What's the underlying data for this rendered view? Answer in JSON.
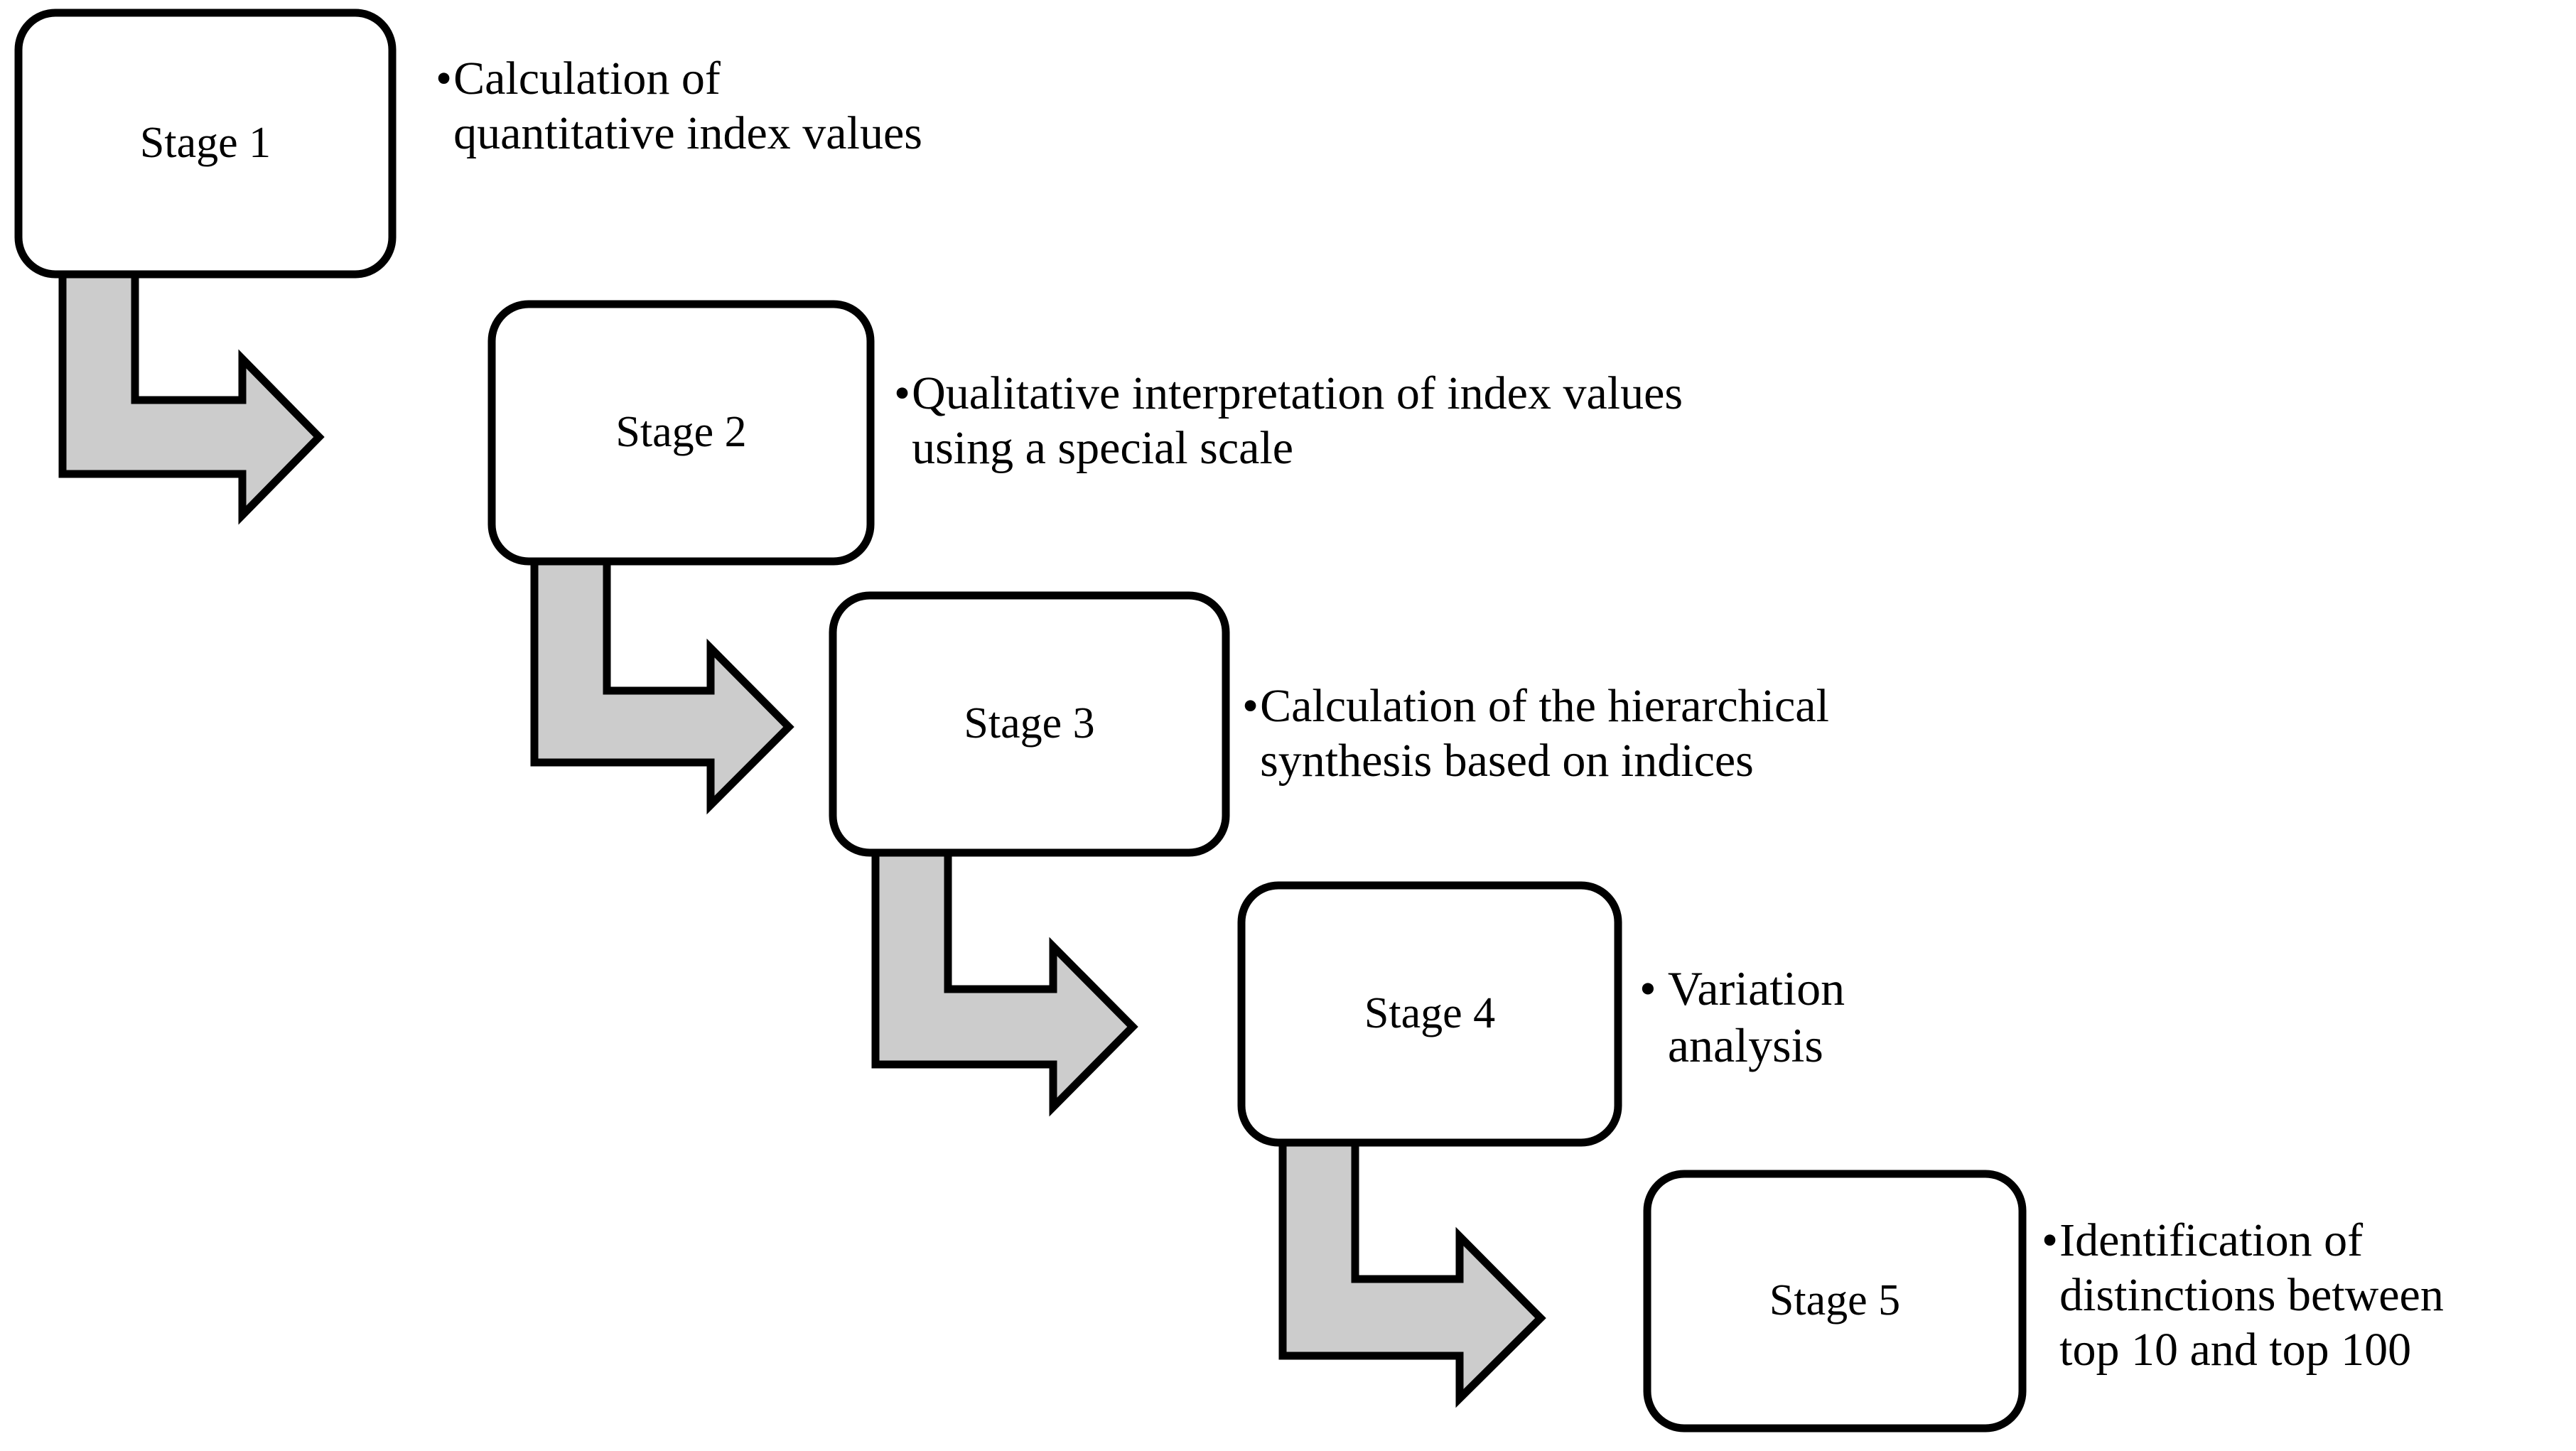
{
  "diagram": {
    "type": "process-flow-staircase",
    "background_color": "#ffffff",
    "box_fill_color": "#ffffff",
    "box_stroke_color": "#000000",
    "arrow_fill_color": "#cccccc",
    "arrow_stroke_color": "#000000",
    "text_color": "#000000",
    "bullet_glyph": "•",
    "stages": [
      {
        "id": "stage-1",
        "label": "Stage 1",
        "bullet": "Calculation of\nquantitative index values"
      },
      {
        "id": "stage-2",
        "label": "Stage 2",
        "bullet": "Qualitative interpretation of index values\nusing a special scale"
      },
      {
        "id": "stage-3",
        "label": "Stage 3",
        "bullet": "Calculation of the hierarchical\nsynthesis based on indices"
      },
      {
        "id": "stage-4",
        "label": "Stage 4",
        "bullet": "Variation\nanalysis"
      },
      {
        "id": "stage-5",
        "label": "Stage 5",
        "bullet": "Identification of\ndistinctions between\ntop 10 and top 100"
      }
    ],
    "connectors": [
      {
        "id": "arrow-1-to-2",
        "from": "stage-1",
        "to": "stage-2",
        "shape": "elbow-down-right"
      },
      {
        "id": "arrow-2-to-3",
        "from": "stage-2",
        "to": "stage-3",
        "shape": "elbow-down-right"
      },
      {
        "id": "arrow-3-to-4",
        "from": "stage-3",
        "to": "stage-4",
        "shape": "elbow-down-right"
      },
      {
        "id": "arrow-4-to-5",
        "from": "stage-4",
        "to": "stage-5",
        "shape": "elbow-down-right"
      }
    ]
  }
}
